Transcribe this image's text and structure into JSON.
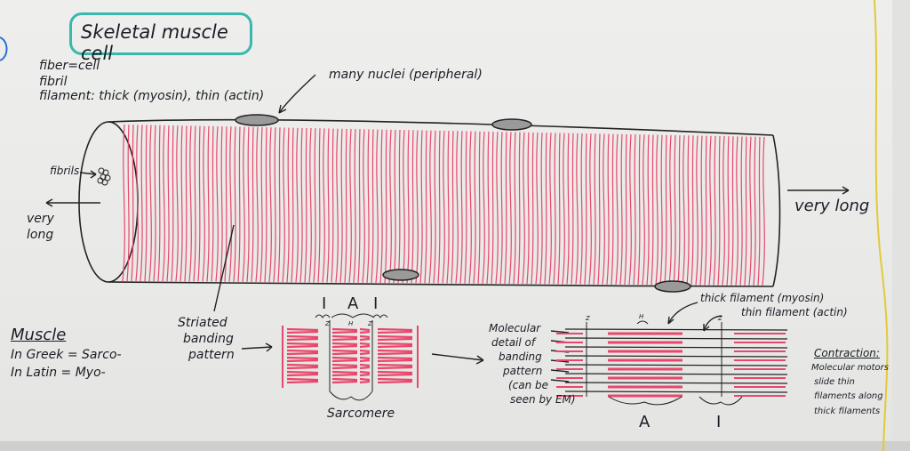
{
  "title": "Skeletal muscle cell",
  "definitions": {
    "fiber": "fiber=cell",
    "fibril": "fibril",
    "filament": "filament: thick (myosin), thin (actin)"
  },
  "labels": {
    "nuclei": "many nuclei (peripheral)",
    "fibrils": "fibrils",
    "very_long_left": "very",
    "very_long_left2": "long",
    "very_long_right": "very long",
    "striated1": "Striated",
    "striated2": "banding",
    "striated3": "pattern",
    "sarcomere": "Sarcomere",
    "band_I1": "I",
    "band_A": "A",
    "band_I2": "I",
    "z1": "Z",
    "h1": "H",
    "z2": "Z",
    "molecular1": "Molecular",
    "molecular2": "detail of",
    "molecular3": "banding",
    "molecular4": "pattern",
    "molecular5": "(can be",
    "molecular6": "seen by EM)",
    "thick": "thick filament (myosin)",
    "thin": "thin filament (actin)",
    "z3": "Z",
    "h2": "H",
    "z4": "Z",
    "em_A": "A",
    "em_I": "I"
  },
  "muscle_words": {
    "heading": "Muscle",
    "greek": "In Greek = Sarco-",
    "latin": "In Latin = Myo-"
  },
  "contraction": {
    "heading": "Contraction:",
    "line1": "Molecular motors",
    "line2": "slide thin",
    "line3": "filaments along",
    "line4": "thick filaments"
  },
  "colors": {
    "ink": "#1c1c24",
    "striation": "#e8476b",
    "teal": "#39b8ac",
    "yellow": "#e3c93a"
  }
}
